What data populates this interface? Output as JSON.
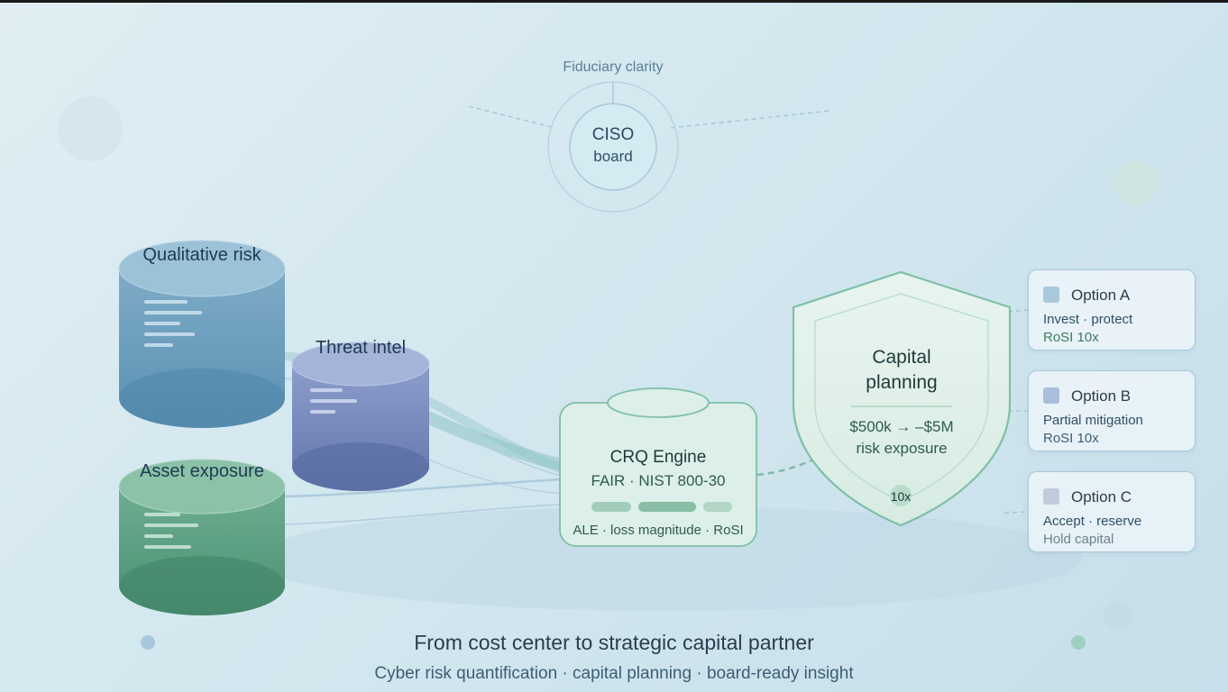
{
  "top": {
    "caption": "Fiduciary clarity",
    "line1": "CISO",
    "line2": "board"
  },
  "sources": {
    "qualitative": "Qualitative risk",
    "threat": "Threat intel",
    "asset": "Asset exposure"
  },
  "engine": {
    "title": "CRQ Engine",
    "subtitle": "FAIR · NIST 800-30",
    "footer": "ALE · loss magnitude · RoSI"
  },
  "shield": {
    "title_line1": "Capital",
    "title_line2": "planning",
    "range": "$500k → –$5M",
    "range_label": "risk exposure",
    "badge": "10x"
  },
  "options": [
    {
      "title": "Option A",
      "line1": "Invest · protect",
      "line2": "RoSI 10x",
      "swatch": "#a9c8dc",
      "line2_color": "#3d7a5c"
    },
    {
      "title": "Option B",
      "line1": "Partial mitigation",
      "line2": "RoSI 10x",
      "swatch": "#aabfdc",
      "line2_color": "#3d5e75"
    },
    {
      "title": "Option C",
      "line1": "Accept · reserve",
      "line2": "Hold capital",
      "swatch": "#c2cbd9",
      "line2_color": "#6b7f8f"
    }
  ],
  "caption": {
    "title": "From cost center to strategic capital partner",
    "subtitle": "Cyber risk quantification · capital planning · board-ready insight"
  }
}
